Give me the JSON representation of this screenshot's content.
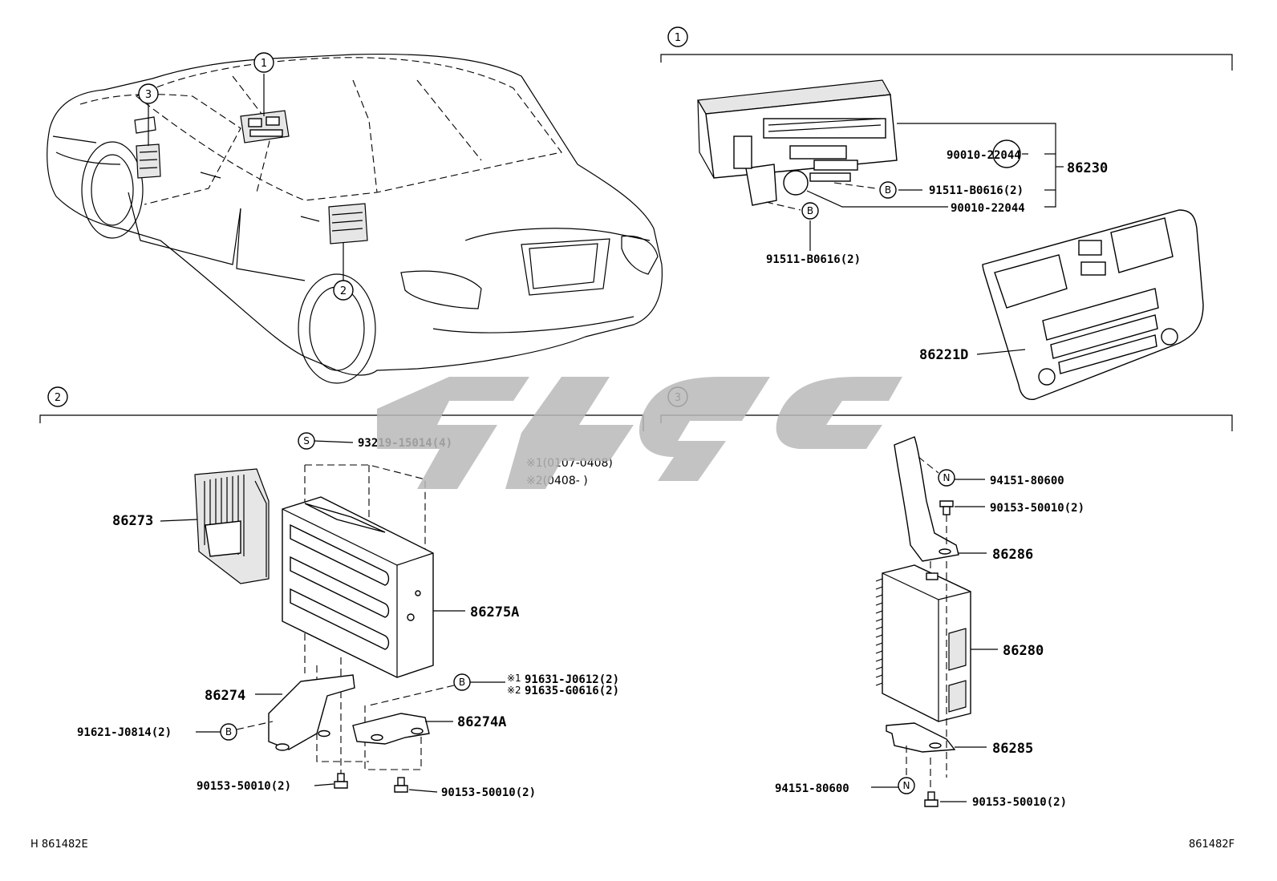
{
  "sections": {
    "s1": "1",
    "s2": "2",
    "s3": "3"
  },
  "car_callouts": {
    "c1": "1",
    "c2": "2",
    "c3": "3"
  },
  "parts": {
    "p86230": "86230",
    "p90010_a": "90010-22044",
    "p91511_a": "91511-B0616(2)",
    "p90010_b": "90010-22044",
    "p91511_b": "91511-B0616(2)",
    "p86221D": "86221D",
    "p93219": "93219-15014(4)",
    "note1": "※1(0107-0408)",
    "note2": "※2(0408-     )",
    "p86273": "86273",
    "p86275A": "86275A",
    "p91631": "91631-J0612(2)",
    "p91635": "91635-G0616(2)",
    "mark1": "※1",
    "mark2": "※2",
    "p86274": "86274",
    "p86274A": "86274A",
    "p91621": "91621-J0814(2)",
    "p90153_a": "90153-50010(2)",
    "p90153_b": "90153-50010(2)",
    "p94151_a": "94151-80600",
    "p90153_c": "90153-50010(2)",
    "p86286": "86286",
    "p86280": "86280",
    "p86285": "86285",
    "p94151_b": "94151-80600",
    "p90153_d": "90153-50010(2)"
  },
  "symbols": {
    "b": "B",
    "s": "S",
    "n": "N"
  },
  "footer": {
    "left_ref": "H 861482E",
    "right_ref": "861482F"
  }
}
